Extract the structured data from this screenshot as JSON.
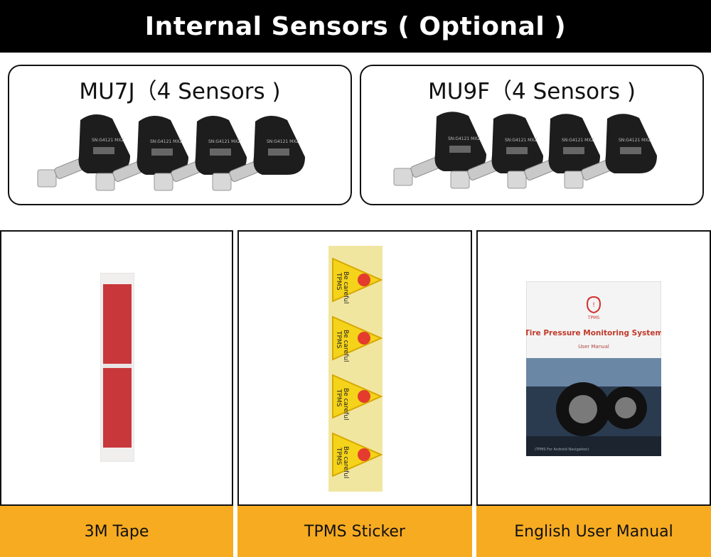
{
  "banner": {
    "title": "Internal Sensors ( Optional )"
  },
  "sensor_sets": [
    {
      "title": "MU7J（4 Sensors )",
      "sensor_label": "SN:G4121 MXZ"
    },
    {
      "title": "MU9F（4 Sensors )",
      "sensor_label": "SN:G4121 MXZ"
    }
  ],
  "items": [
    {
      "caption": "3M Tape"
    },
    {
      "caption": "TPMS Sticker",
      "sticker_text": [
        "Be careful",
        "TPMS"
      ]
    },
    {
      "caption": "English User Manual",
      "manual": {
        "icon_label": "TPMS",
        "title": "Tire Pressure Monitoring System",
        "subtitle": "User Manual",
        "footer": "(TPMS For Android Navigation)"
      }
    }
  ],
  "colors": {
    "banner": "#000000",
    "caption_bg": "#f7ab21",
    "tape_red": "#c8373a",
    "sticker_yellow": "#f5d31b"
  }
}
